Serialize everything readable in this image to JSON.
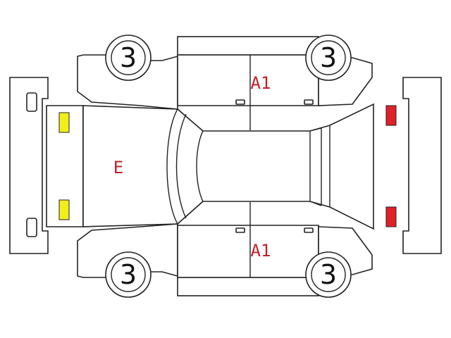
{
  "colors": {
    "outline": "#222222",
    "damage_text": "#c0202a",
    "front_lights": "#f2ee1a",
    "rear_lights": "#e0202a"
  },
  "tires": {
    "front_left": "3",
    "rear_left": "3",
    "front_right": "3",
    "rear_right": "3"
  },
  "damage_marks": {
    "hood": "E",
    "left_doors": "A1",
    "right_doors": "A1"
  }
}
